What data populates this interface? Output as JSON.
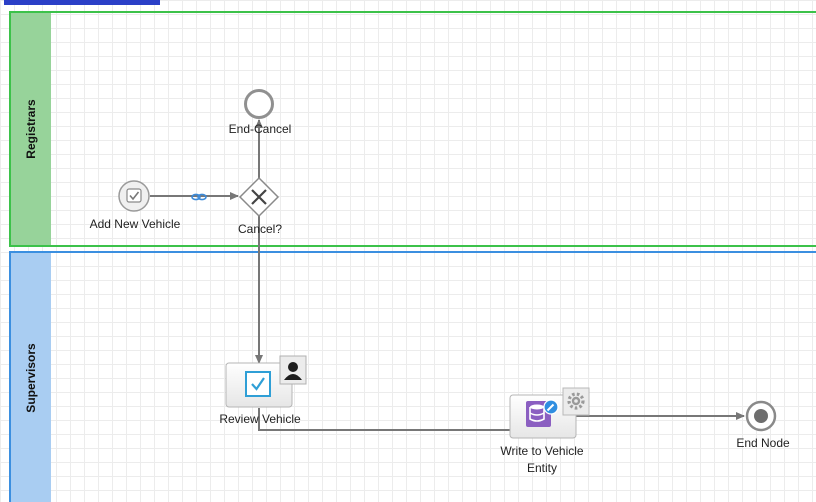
{
  "lanes": {
    "registrars": {
      "title": "Registrars"
    },
    "supervisors": {
      "title": "Supervisors"
    }
  },
  "nodes": {
    "add_new_vehicle": {
      "label": "Add New Vehicle",
      "type": "start-event",
      "icon": "check-icon"
    },
    "cancel_gateway": {
      "label": "Cancel?",
      "type": "exclusive-gateway",
      "icon": "x-icon"
    },
    "end_cancel": {
      "label": "End-Cancel",
      "type": "end-event"
    },
    "review_vehicle": {
      "label": "Review Vehicle",
      "type": "user-task",
      "icon": "checkbox-icon",
      "badge": "person-icon"
    },
    "write_to_vehicle_entity": {
      "label": "Write to Vehicle Entity",
      "type": "service-task",
      "icon": "database-edit-icon",
      "badge": "gear-icon"
    },
    "end_node": {
      "label": "End Node",
      "type": "end-event"
    }
  },
  "colors": {
    "registrars_border": "#3cc24a",
    "registrars_header": "#97d39a",
    "supervisors_border": "#3b8fe0",
    "supervisors_header": "#a9cdf2",
    "flow_line": "#777777",
    "task_check": "#2f9fd6",
    "database_purple": "#8b5fc1",
    "top_accent": "#2b3fc7"
  }
}
